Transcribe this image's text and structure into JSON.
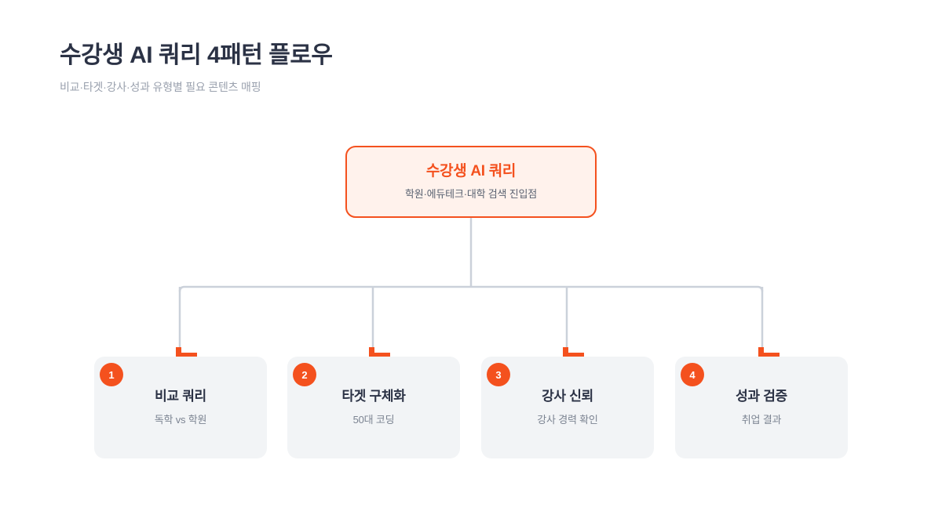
{
  "header": {
    "title": "수강생 AI 쿼리 4패턴 플로우",
    "subtitle": "비교·타겟·강사·성과 유형별 필요 콘텐츠 매핑"
  },
  "colors": {
    "accent": "#F4511E",
    "root_fill": "#FFF2EC",
    "card_fill": "#F2F4F6",
    "connector": "#CBD1DA",
    "title_text": "#2B3245",
    "muted_text": "#9AA1AE",
    "page_background": "#FFFFFF"
  },
  "diagram": {
    "type": "tree-flow",
    "root": {
      "title": "수강생 AI 쿼리",
      "subtitle": "학원·에듀테크·대학 검색 진입점"
    },
    "children": [
      {
        "badge": "1",
        "title": "비교 쿼리",
        "subtitle": "독학 vs 학원"
      },
      {
        "badge": "2",
        "title": "타겟 구체화",
        "subtitle": "50대 코딩"
      },
      {
        "badge": "3",
        "title": "강사 신뢰",
        "subtitle": "강사 경력 확인"
      },
      {
        "badge": "4",
        "title": "성과 검증",
        "subtitle": "취업 결과"
      }
    ]
  }
}
